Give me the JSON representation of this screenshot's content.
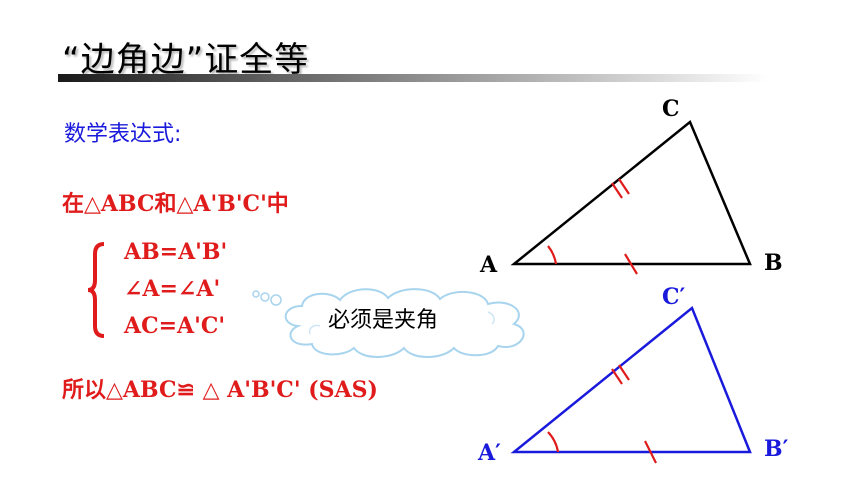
{
  "title": "“边角边”证全等",
  "subtitle": "数学表达式:",
  "given_line": "在△ABC和△A'B'C'中",
  "conditions": [
    "AB=A'B'",
    "∠A=∠A'",
    "AC=A'C'"
  ],
  "cloud_note": "必须是夹角",
  "conclusion": "所以△ABC≌ △ A'B'C' (SAS)",
  "triangle1": {
    "labels": {
      "a": "A",
      "b": "B",
      "c": "C"
    }
  },
  "triangle2": {
    "labels": {
      "a": "A′",
      "b": "B′",
      "c": "C′"
    }
  },
  "colors": {
    "red": "#e01b1b",
    "blue": "#1a1adc",
    "black": "#000000"
  }
}
